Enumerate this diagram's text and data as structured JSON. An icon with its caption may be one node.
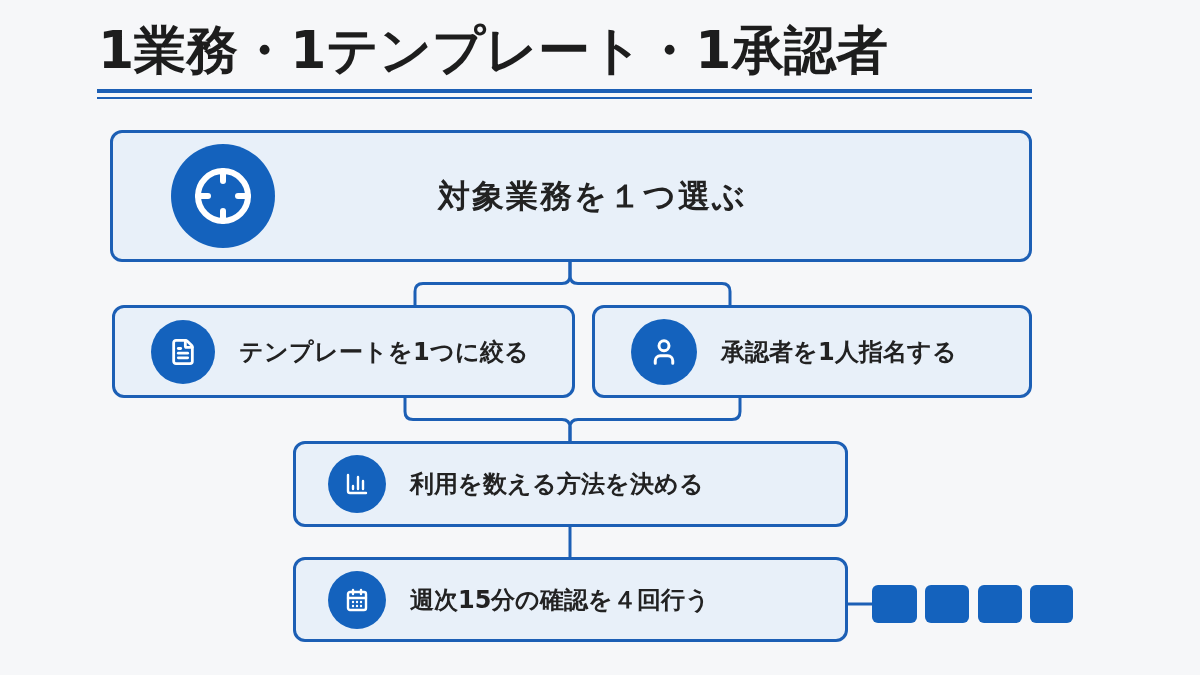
{
  "diagram": {
    "title": "1業務・1テンプレート・1承認者",
    "nodes": [
      {
        "text": [
          "対象業務を１つ選ぶ"
        ]
      },
      {
        "text": [
          "テンプレートを1つに絞る"
        ]
      },
      {
        "text": [
          "承認者を1人指名する"
        ]
      },
      {
        "text": [
          "利用を数える方法を決める"
        ]
      },
      {
        "text": [
          "週次15分の確認を４回行う"
        ]
      },
      {
        "text": [],
        "shape": "box"
      },
      {
        "text": [],
        "shape": "box"
      },
      {
        "text": [],
        "shape": "box"
      },
      {
        "text": [],
        "shape": "box"
      }
    ],
    "edges": [
      {
        "from": 0,
        "to": 1,
        "arrow": "none"
      },
      {
        "from": 0,
        "to": 2,
        "arrow": "none"
      },
      {
        "from": 1,
        "to": 3,
        "arrow": "none"
      },
      {
        "from": 2,
        "to": 3,
        "arrow": "none"
      },
      {
        "from": 3,
        "to": 4,
        "arrow": "none"
      },
      {
        "from": 4,
        "to": 5,
        "arrow": "none"
      }
    ]
  }
}
